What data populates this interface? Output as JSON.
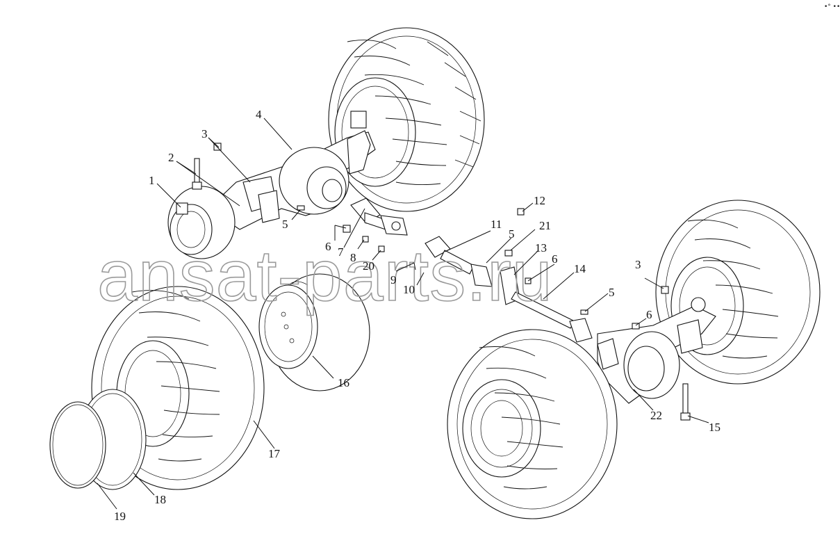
{
  "diagram": {
    "watermark": "ansat-parts.ru",
    "corner_mark": "•° •••",
    "callouts": [
      {
        "id": "c1",
        "text": "1"
      },
      {
        "id": "c2",
        "text": "2"
      },
      {
        "id": "c3a",
        "text": "3"
      },
      {
        "id": "c4",
        "text": "4"
      },
      {
        "id": "c5a",
        "text": "5"
      },
      {
        "id": "c6a",
        "text": "6"
      },
      {
        "id": "c7",
        "text": "7"
      },
      {
        "id": "c8",
        "text": "8"
      },
      {
        "id": "c20",
        "text": "20"
      },
      {
        "id": "c9",
        "text": "9"
      },
      {
        "id": "c10",
        "text": "10"
      },
      {
        "id": "c11",
        "text": "11"
      },
      {
        "id": "c5b",
        "text": "5"
      },
      {
        "id": "c12",
        "text": "12"
      },
      {
        "id": "c21",
        "text": "21"
      },
      {
        "id": "c13",
        "text": "13"
      },
      {
        "id": "c6b",
        "text": "6"
      },
      {
        "id": "c14",
        "text": "14"
      },
      {
        "id": "c3b",
        "text": "3"
      },
      {
        "id": "c5c",
        "text": "5"
      },
      {
        "id": "c6c",
        "text": "6"
      },
      {
        "id": "c16",
        "text": "16"
      },
      {
        "id": "c17",
        "text": "17"
      },
      {
        "id": "c18",
        "text": "18"
      },
      {
        "id": "c19",
        "text": "19"
      },
      {
        "id": "c22",
        "text": "22"
      },
      {
        "id": "c15",
        "text": "15"
      }
    ]
  }
}
